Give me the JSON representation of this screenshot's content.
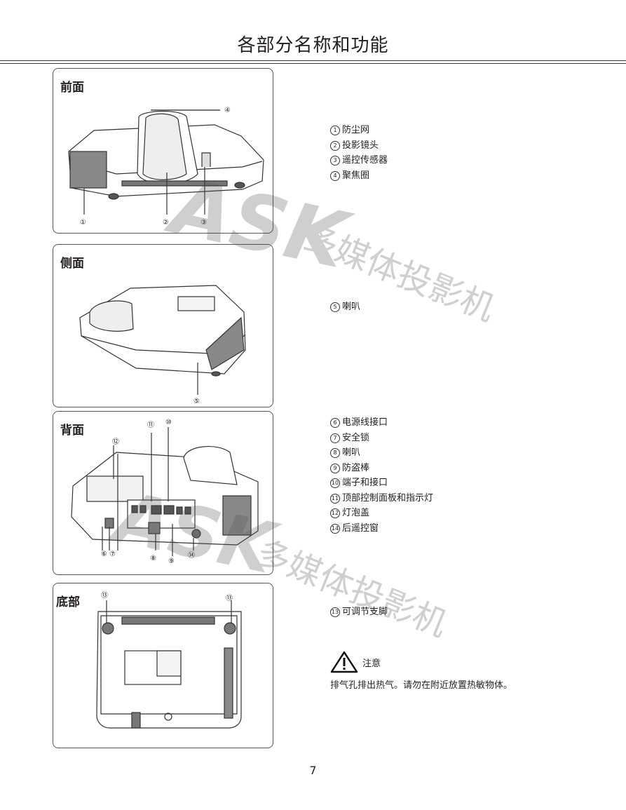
{
  "page": {
    "title": "各部分名称和功能",
    "page_number": "7"
  },
  "panels": {
    "front": {
      "label": "前面",
      "callouts": [
        "①",
        "②",
        "③",
        "④"
      ]
    },
    "side": {
      "label": "侧面",
      "callouts": [
        "⑤"
      ]
    },
    "back": {
      "label": "背面",
      "callouts": [
        "⑥",
        "⑦",
        "⑧",
        "⑨",
        "⑩",
        "⑪",
        "⑫",
        "⑭"
      ]
    },
    "bottom": {
      "label": "底部",
      "callouts": [
        "⑬",
        "⑬"
      ]
    }
  },
  "lists": {
    "front": [
      {
        "num": "1",
        "text": "防尘网"
      },
      {
        "num": "2",
        "text": "投影镜头"
      },
      {
        "num": "3",
        "text": "遥控传感器"
      },
      {
        "num": "4",
        "text": "聚焦圈"
      }
    ],
    "side": [
      {
        "num": "5",
        "text": "喇叭"
      }
    ],
    "back": [
      {
        "num": "6",
        "text": "电源线接口"
      },
      {
        "num": "7",
        "text": "安全锁"
      },
      {
        "num": "8",
        "text": "喇叭"
      },
      {
        "num": "9",
        "text": "防盗棒"
      },
      {
        "num": "10",
        "text": "端子和接口"
      },
      {
        "num": "11",
        "text": "顶部控制面板和指示灯"
      },
      {
        "num": "12",
        "text": "灯泡盖"
      },
      {
        "num": "14",
        "text": "后遥控窗"
      }
    ],
    "bottom": [
      {
        "num": "13",
        "text": "可调节支脚"
      }
    ]
  },
  "caution": {
    "label": "注意",
    "icon": "warning-triangle-icon",
    "note": "排气孔排出热气。请勿在附近放置热敏物体。"
  },
  "watermark": {
    "logo": "ASK",
    "text": "多媒体投影机"
  }
}
